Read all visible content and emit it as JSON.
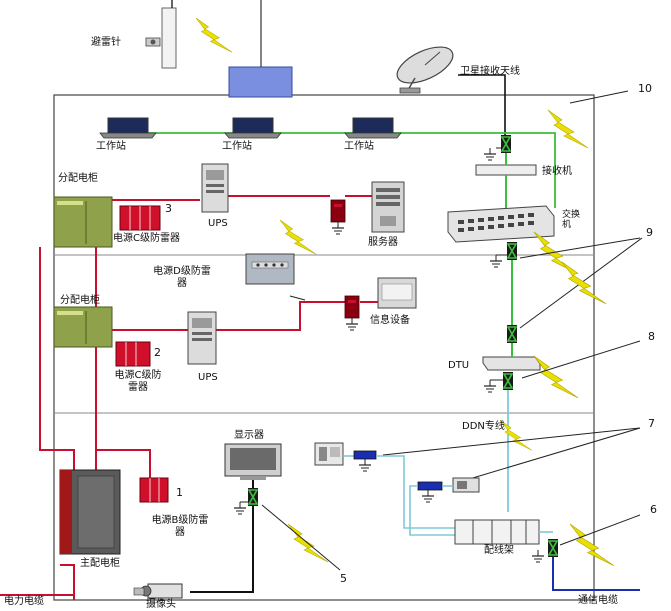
{
  "labels": {
    "lightning_rod": "避雷针",
    "satellite_antenna": "卫星接收天线",
    "workstation_1": "工作站",
    "workstation_2": "工作站",
    "workstation_3": "工作站",
    "receiver": "接收机",
    "dist_cabinet_1": "分配电柜",
    "dist_cabinet_2": "分配电柜",
    "surge_c_1": "电源C级防雷器",
    "surge_c_2": "电源C级防雷器",
    "ups_1": "UPS",
    "ups_2": "UPS",
    "server": "服务器",
    "switch": "交换机",
    "surge_d": "电源D级防雷器",
    "info_device": "信息设备",
    "dtu": "DTU",
    "ddn_line": "DDN专线",
    "monitor": "显示器",
    "main_cabinet": "主配电柜",
    "surge_b": "电源B级防雷器",
    "patch_panel": "配线架",
    "power_cable": "电力电缆",
    "camera": "摄像头",
    "comm_cable": "通信电缆"
  },
  "callouts": [
    "1",
    "2",
    "3",
    "5",
    "6",
    "7",
    "8",
    "9",
    "10"
  ],
  "colors": {
    "power_line": "#c8102e",
    "network_line": "#3cbf3c",
    "ddn_line": "#7ec8d8",
    "comm_line": "#1a2fb0",
    "lightning": "#e8e000",
    "cabinet": "#8fa14a",
    "surge_protector": "#d0102a"
  }
}
